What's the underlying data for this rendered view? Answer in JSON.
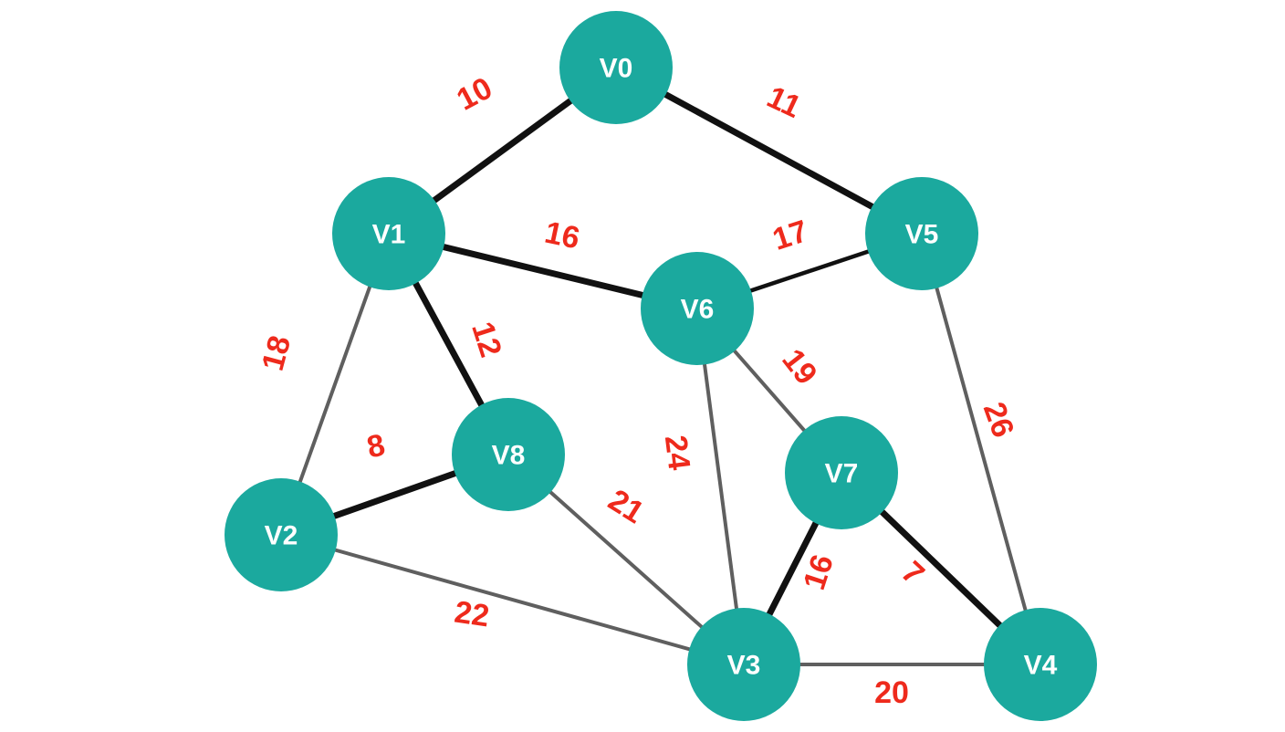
{
  "colors": {
    "node_fill": "#1ba99e",
    "node_text": "#ffffff",
    "weight_text": "#ee2a1c",
    "edge_tree": "#111111",
    "edge_other": "#5f5f5f"
  },
  "nodes": [
    {
      "id": "V0",
      "label": "V0"
    },
    {
      "id": "V1",
      "label": "V1"
    },
    {
      "id": "V2",
      "label": "V2"
    },
    {
      "id": "V3",
      "label": "V3"
    },
    {
      "id": "V4",
      "label": "V4"
    },
    {
      "id": "V5",
      "label": "V5"
    },
    {
      "id": "V6",
      "label": "V6"
    },
    {
      "id": "V7",
      "label": "V7"
    },
    {
      "id": "V8",
      "label": "V8"
    }
  ],
  "edges": [
    {
      "from": "V0",
      "to": "V1",
      "weight": "10",
      "in_tree": true
    },
    {
      "from": "V0",
      "to": "V5",
      "weight": "11",
      "in_tree": true
    },
    {
      "from": "V1",
      "to": "V6",
      "weight": "16",
      "in_tree": true
    },
    {
      "from": "V6",
      "to": "V5",
      "weight": "17",
      "in_tree": false
    },
    {
      "from": "V1",
      "to": "V8",
      "weight": "12",
      "in_tree": true
    },
    {
      "from": "V1",
      "to": "V2",
      "weight": "18",
      "in_tree": false
    },
    {
      "from": "V2",
      "to": "V8",
      "weight": "8",
      "in_tree": true
    },
    {
      "from": "V6",
      "to": "V7",
      "weight": "19",
      "in_tree": false
    },
    {
      "from": "V6",
      "to": "V3",
      "weight": "24",
      "in_tree": false
    },
    {
      "from": "V8",
      "to": "V3",
      "weight": "21",
      "in_tree": false
    },
    {
      "from": "V5",
      "to": "V4",
      "weight": "26",
      "in_tree": false
    },
    {
      "from": "V7",
      "to": "V3",
      "weight": "16",
      "in_tree": true
    },
    {
      "from": "V7",
      "to": "V4",
      "weight": "7",
      "in_tree": true
    },
    {
      "from": "V2",
      "to": "V3",
      "weight": "22",
      "in_tree": false
    },
    {
      "from": "V3",
      "to": "V4",
      "weight": "20",
      "in_tree": false
    }
  ]
}
